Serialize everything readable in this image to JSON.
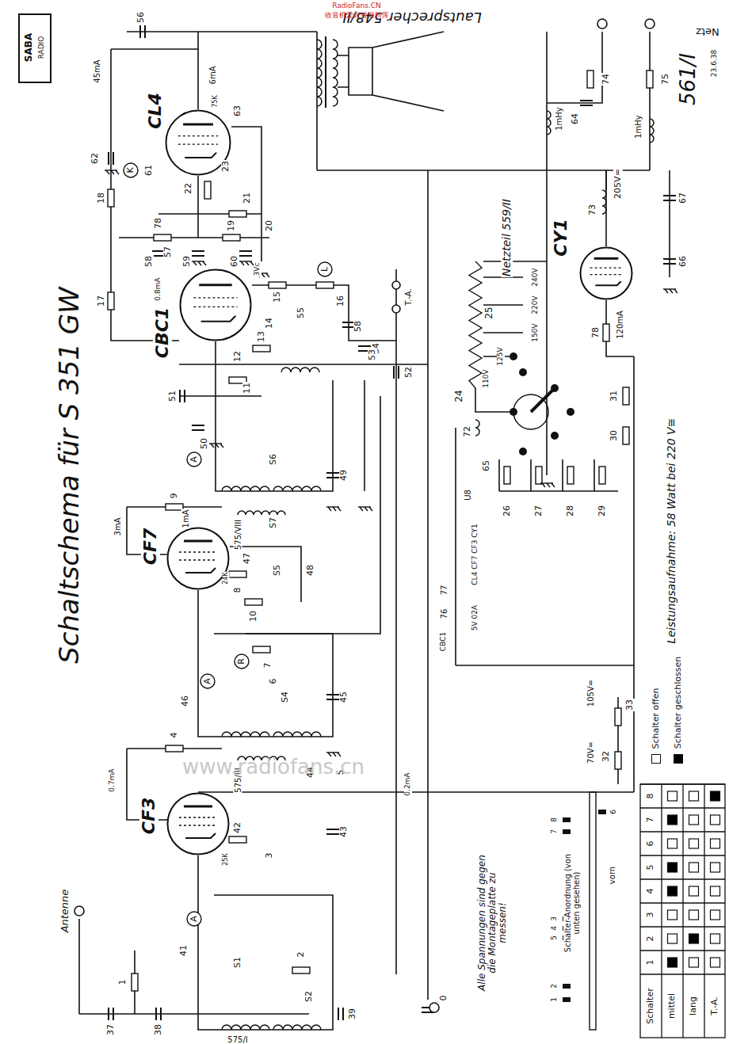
{
  "diagram": {
    "title": "Schaltschema für S 351 GW",
    "nodes": [
      {
        "text": [
          "CL4"
        ]
      },
      {
        "text": [
          "CBC1"
        ]
      },
      {
        "text": [
          "CF7"
        ]
      },
      {
        "text": [
          "CF3"
        ]
      },
      {
        "text": [
          "CY1"
        ]
      }
    ],
    "labels": [
      "SABA",
      "RADIO",
      "561/I",
      "23.6.38",
      "Lautsprecher 548/II",
      "Netz",
      "74",
      "75",
      "1mHy",
      "1mHy",
      "64",
      "205V=",
      "73",
      "67",
      "66",
      "78",
      "120mA",
      "31",
      "30",
      "Netzteil 559/II",
      "25",
      "24",
      "240V",
      "220V",
      "150V",
      "125V",
      "110V",
      "72",
      "65",
      "U8",
      "26",
      "27",
      "28",
      "29",
      "CL4 CF7 CF3 CY1",
      "77",
      "76",
      "5V 02A",
      "CBC1",
      "Leistungsaufnahme: 58 Watt bei 220 V≅",
      "105V=",
      "33",
      "70V=",
      "32",
      "56",
      "45mA",
      "6mA",
      "63",
      "75K",
      "23",
      "22",
      "21",
      "62",
      "K",
      "61",
      "78",
      "58",
      "59",
      "19",
      "60",
      "20",
      "18",
      "17",
      "57",
      "0.8mA",
      "3Vc",
      "15",
      "L",
      "55",
      "14",
      "16",
      "58",
      "54",
      "T.-A.",
      "53",
      "13",
      "12",
      "11",
      "51",
      "52",
      "50",
      "A",
      "S6",
      "49",
      "9",
      "575/VIII",
      "S7",
      "3mA",
      "1mA",
      "24K",
      "47",
      "8",
      "S5",
      "48",
      "10",
      "R",
      "7",
      "6",
      "A",
      "46",
      "S4",
      "45",
      "4",
      "575/III",
      "44",
      "5",
      "0.7mA",
      "25K",
      "42",
      "3",
      "43",
      "0.2mA",
      "A",
      "41",
      "S1",
      "2",
      "Antenne",
      "1",
      "37",
      "38",
      "575/I",
      "39",
      "S2",
      "0",
      "Alle Spannungen sind gegen die Montageplatte zu messen!",
      "Schalter-Anordnung (von unten gesehen)",
      "vorn",
      "1",
      "2",
      "3",
      "4",
      "5",
      "6",
      "7",
      "8",
      "Schalter",
      "1",
      "2",
      "3",
      "4",
      "5",
      "6",
      "7",
      "8",
      "mittel",
      "lang",
      "T.-A.",
      "www.radiofans.cn",
      "RadioFans.CN",
      "收音机爱好者资料库"
    ],
    "legend": [
      {
        "text": "Schalter offen",
        "color": "#ffffff"
      },
      {
        "text": "Schalter geschlossen",
        "color": "#000000"
      }
    ]
  }
}
